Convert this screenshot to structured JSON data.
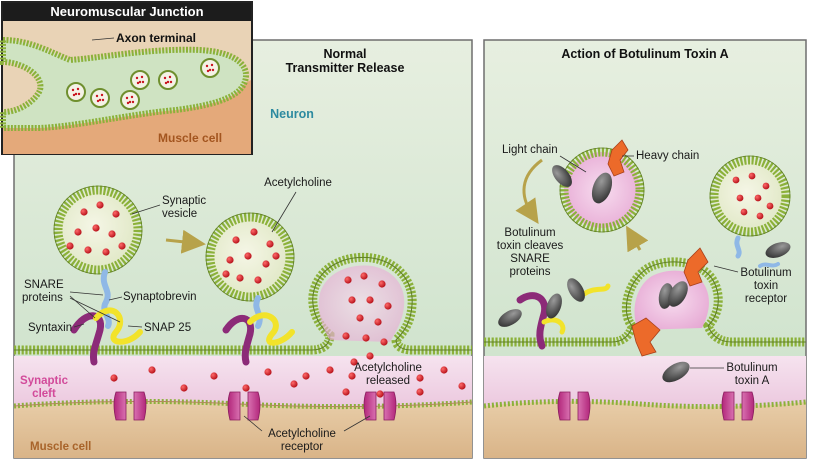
{
  "colors": {
    "neuron_bg": "#d7e8d6",
    "cleft": "#f3d8ea",
    "muscle": "#e2c39a",
    "membrane": "#8bb13a",
    "vesicle_fill": "#eef1d7",
    "acetylcholine": "#d8141e",
    "snare_purple": "#8c2b78",
    "snare_yellow": "#f2e32a",
    "synaptobrevin": "#8fb8e6",
    "toxin_orange": "#ec6a2a",
    "toxin_grey": "#4a4a4a",
    "receptor": "#c7388f"
  },
  "inset": {
    "title": "Neuromuscular Junction",
    "axon_label": "Axon terminal",
    "muscle_label": "Muscle cell"
  },
  "normal": {
    "title_line1": "Normal",
    "title_line2": "Transmitter Release",
    "neuron_label": "Neuron",
    "synaptic_vesicle_line1": "Synaptic",
    "synaptic_vesicle_line2": "vesicle",
    "acetylcholine": "Acetylcholine",
    "snare_line1": "SNARE",
    "snare_line2": "proteins",
    "synaptobrevin": "Synaptobrevin",
    "syntaxin": "Syntaxin",
    "snap25": "SNAP 25",
    "released_line1": "Acetylcholine",
    "released_line2": "released",
    "cleft_line1": "Synaptic",
    "cleft_line2": "cleft",
    "receptor_line1": "Acetylcholine",
    "receptor_line2": "receptor",
    "muscle_label": "Muscle cell"
  },
  "toxin": {
    "title": "Action of Botulinum Toxin A",
    "light_chain": "Light chain",
    "heavy_chain": "Heavy chain",
    "cleaves_line1": "Botulinum",
    "cleaves_line2": "toxin cleaves",
    "cleaves_line3": "SNARE",
    "cleaves_line4": "proteins",
    "receptor_line1": "Botulinum",
    "receptor_line2": "toxin",
    "receptor_line3": "receptor",
    "toxin_line1": "Botulinum",
    "toxin_line2": "toxin A"
  }
}
